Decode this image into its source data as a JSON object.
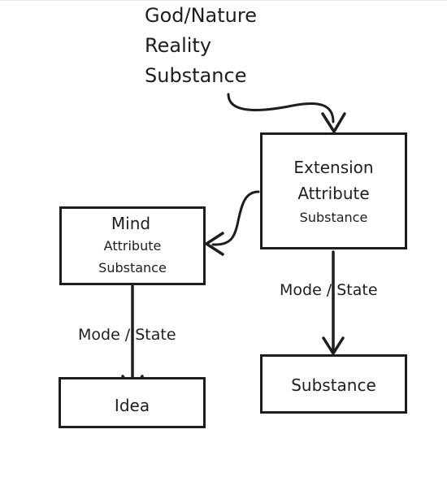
{
  "header": {
    "lines": [
      "God/Nature",
      "Reality",
      "Substance"
    ]
  },
  "extension_box": {
    "title": "Extension",
    "line2": "Attribute",
    "line3": "Substance"
  },
  "mind_box": {
    "title": "Mind",
    "line2": "Attribute",
    "line3": "Substance"
  },
  "idea_box": {
    "label": "Idea"
  },
  "substance_box": {
    "label": "Substance"
  },
  "edges": {
    "left_label": "Mode / State",
    "right_label": "Mode / State"
  },
  "colors": {
    "stroke": "#1e1e1e",
    "background": "#ffffff"
  }
}
